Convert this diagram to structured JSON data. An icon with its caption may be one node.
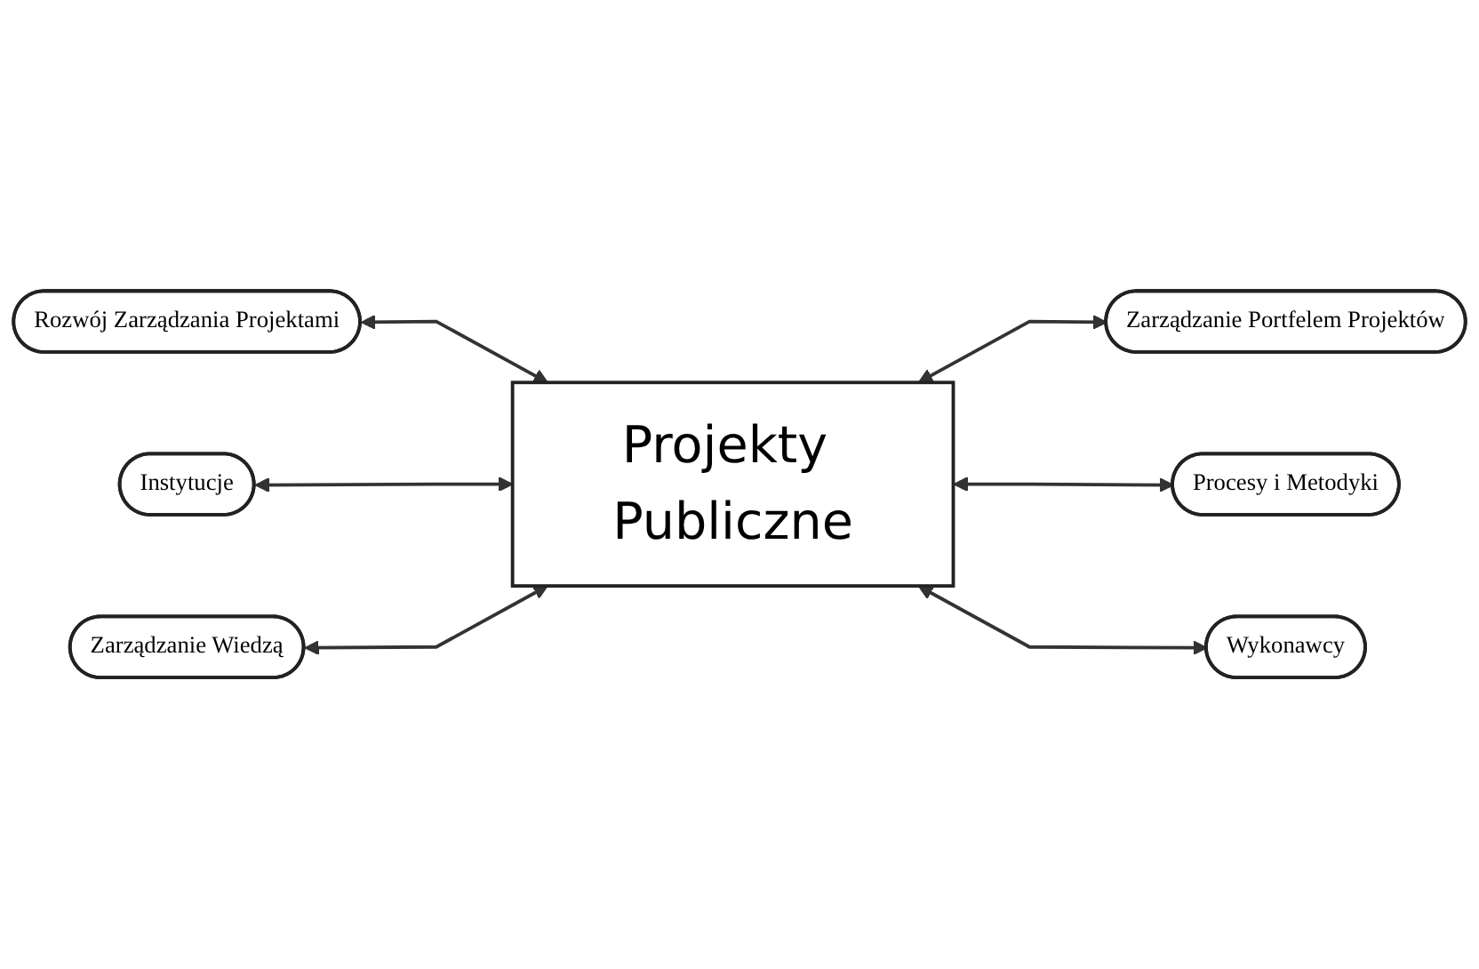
{
  "diagram": {
    "nodes": [
      {
        "text": [
          "Rozwój Zarządzania Projektami"
        ]
      },
      {
        "text": [
          "Projekty Publiczne"
        ]
      },
      {
        "text": [
          "Zarządzanie Portfelem Projektów"
        ]
      },
      {
        "text": [
          "Instytucje"
        ]
      },
      {
        "text": [
          "Procesy i Metodyki"
        ]
      },
      {
        "text": [
          "Zarządzanie Wiedzą"
        ]
      },
      {
        "text": [
          "Wykonawcy"
        ]
      }
    ],
    "edges": [
      {
        "from": 0,
        "to": 1,
        "arrow": "both"
      },
      {
        "from": 1,
        "to": 2,
        "arrow": "both"
      },
      {
        "from": 3,
        "to": 1,
        "arrow": "both"
      },
      {
        "from": 1,
        "to": 4,
        "arrow": "both"
      },
      {
        "from": 5,
        "to": 1,
        "arrow": "both"
      },
      {
        "from": 1,
        "to": 6,
        "arrow": "both"
      }
    ]
  }
}
